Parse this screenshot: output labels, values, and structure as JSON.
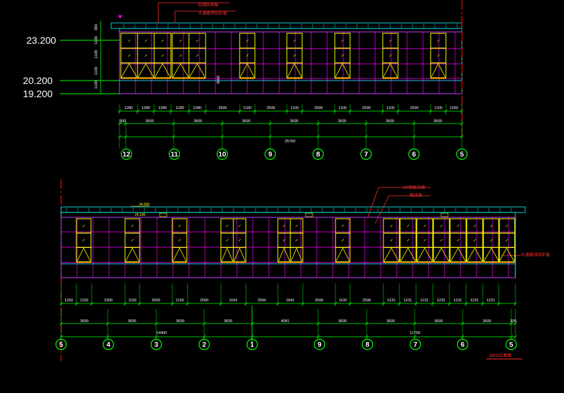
{
  "upper": {
    "levels": [
      {
        "label": "23.200"
      },
      {
        "label": "20.200"
      },
      {
        "label": "19.200"
      }
    ],
    "left_dims": [
      "300",
      "1100",
      "1100",
      "1100",
      "1100"
    ],
    "inner_dim": "3000",
    "notes": [
      "轻钢防雨板",
      "卡通镀锌铝彩板"
    ],
    "segment_dims": [
      "1280",
      "1280",
      "1280",
      "1280",
      "1280",
      "2500",
      "1100",
      "2500",
      "1100",
      "2500",
      "1100",
      "2500",
      "1100",
      "2500",
      "1100",
      "1250"
    ],
    "bay_dims": [
      "300",
      "3600",
      "3600",
      "3600",
      "3600",
      "3600",
      "3600",
      "3600"
    ],
    "total": "25700",
    "axes": [
      "12",
      "11",
      "10",
      "9",
      "8",
      "7",
      "6",
      "5"
    ]
  },
  "lower": {
    "levels": [
      {
        "label": "24.600"
      },
      {
        "label": "24.100"
      }
    ],
    "notes": [
      "SS钢板拉缝",
      "板压条",
      "卡通镀锌铝彩板"
    ],
    "segment_dims": [
      "1250",
      "1100",
      "2300",
      "1100",
      "2500",
      "1100",
      "2500",
      "1041",
      "2500",
      "1841",
      "2500",
      "1100",
      "2500",
      "1231",
      "1231",
      "1231",
      "1231",
      "1231",
      "1231",
      "1231"
    ],
    "bay_dims": [
      "3600",
      "3600",
      "3600",
      "3600",
      "4081",
      "3600",
      "3600",
      "3600",
      "3600",
      "300"
    ],
    "totals": [
      "14400",
      "11700"
    ],
    "axes": [
      "5",
      "4",
      "3",
      "2",
      "1",
      "9",
      "8",
      "7",
      "6",
      "5"
    ],
    "title": "6903立面图"
  },
  "colors": {
    "background": "#000000",
    "grid": "#ff00ff",
    "window": "#ffff00",
    "outline": "#00ffff",
    "axis": "#00ff00",
    "cut": "#ff0000",
    "text": "#ffffff"
  }
}
